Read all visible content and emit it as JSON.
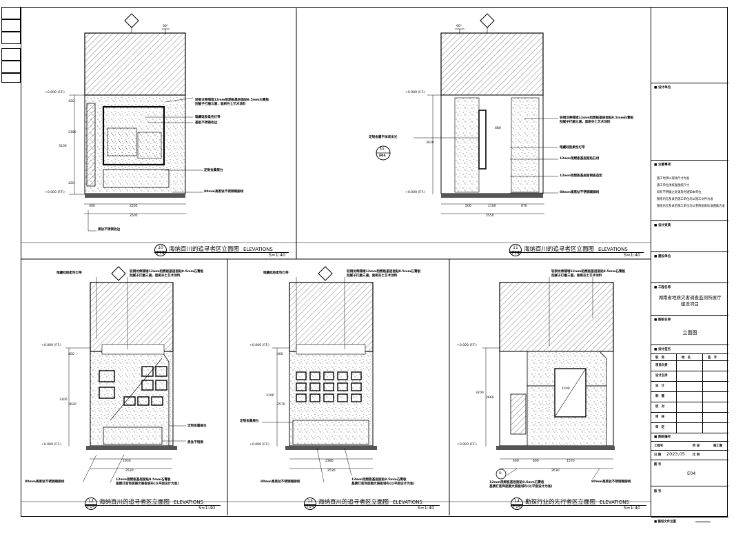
{
  "panels": [
    {
      "num": "10",
      "sheet": "P14",
      "title": "海纳百川的追寻者区立面图",
      "en": "ELEVATIONS",
      "scale": "S=1:40",
      "notes": [
        "轻钢龙骨隔墙12mm阻燃板基层面贴9.5mm石膏板\n刮腻子打磨三遍，面刷夯土艺术涂料",
        "暗藏硅胶柔性灯带",
        "基板不锈钢收边",
        "定制金属展台",
        "80mm高黑钛不锈钢踢脚线",
        "黑钛不锈钢收边"
      ],
      "dims_h": [
        "300",
        "2205",
        "2505"
      ],
      "dims_v": [
        "420",
        "2180",
        "3100",
        "420"
      ]
    },
    {
      "num": "11",
      "sheet": "P14",
      "title": "海纳百川的追寻者区立面图",
      "en": "ELEVATIONS",
      "scale": "S=1:40",
      "notes": [
        "轻钢龙骨隔墙12mm阻燃板基层面贴9.5mm石膏板\n刮腻子打磨三遍，面刷夯土艺术涂料",
        "定制金属字体背发光",
        "暗藏硅胶柔性灯带",
        "12mm阻燃板基层面贴石材",
        "12mm阻燃板基层面钢板造型",
        "80mm高黑钛不锈钢踢脚线"
      ],
      "dims_h": [
        "500",
        "1100",
        "870",
        "2550"
      ],
      "dims_v": [
        "3020",
        "680"
      ]
    },
    {
      "num": "12",
      "sheet": "P14",
      "title": "海纳百川的追寻者区立面图",
      "en": "ELEVATIONS",
      "scale": "S=1:40",
      "notes": [
        "暗藏硅胶柔性灯带",
        "轻钢龙骨隔墙12mm阻燃板基层面贴9.5mm石膏板\n刮腻子打磨三遍，面刷夯土艺术涂料",
        "定制金属展台",
        "黑钛不锈钢",
        "80mm高黑钛不锈钢踢脚线",
        "12mm阻燃板基层面贴9.5mm石膏板\n基膜打底饰面图文展板城布(以平面设计为准)"
      ],
      "dims_h": [
        "1930",
        "2530"
      ],
      "dims_v": [
        "400",
        "2620",
        "3100"
      ]
    },
    {
      "num": "13",
      "sheet": "P14",
      "title": "海纳百川的追寻者区立面图",
      "en": "ELEVATIONS",
      "scale": "S=1:40",
      "notes": [
        "暗藏硅胶柔性灯带",
        "轻钢龙骨隔墙12mm阻燃板基层面贴9.5mm石膏板\n刮腻子打磨三遍，面刷夯土艺术涂料",
        "定制金属展台",
        "80mm高黑钛不锈钢踢脚线",
        "12mm阻燃板基层面贴9.5mm石膏板\n基膜打底饰面图文展板城布(以平面设计为准)"
      ],
      "dims_h": [
        "2380",
        "2530"
      ],
      "dims_v": [
        "400",
        "2570",
        "3100"
      ]
    },
    {
      "num": "14",
      "sheet": "P14",
      "title": "勘探行业的先行者区立面图",
      "en": "ELEVATIONS",
      "scale": "S=1:40",
      "notes": [
        "轻钢龙骨隔墙12mm阻燃板基层面贴9.5mm石膏板\n刮腻子打磨三遍，面刷夯土艺术涂料",
        "12mm阻燃板基层面贴9.5mm石膏板\n基膜打底饰面图文展板城布(以平面设计为准)",
        "80mm高黑钛不锈钢踢脚线"
      ],
      "dims_h": [
        "460",
        "600",
        "1570",
        "2630"
      ],
      "dims_v": [
        "2660",
        "3200",
        "1500"
      ]
    }
  ],
  "title_block": {
    "section_design_unit": "设计单位",
    "section_notes": "注意事项",
    "notes": [
      "施工时须以现场尺寸为准",
      "施工单位须核准图纸尺寸",
      "如有不明确之处请及时通知本单位",
      "图纸内无及录后施工单位均以施工文件为准",
      "图纸内无及录后施工单位均以参照国家标准图集为准"
    ],
    "section_design_license": "设计资质",
    "section_construction": "建设单位",
    "section_project": "工程名称",
    "project_name": "湖南省地质灾害调查监测所展厅\n建设项目",
    "section_drawing": "图纸名称",
    "drawing_name": "立面图",
    "section_signature": "设计签名",
    "sign_headers": [
      "职　务",
      "姓　名",
      "签　字"
    ],
    "sign_roles": [
      "项目负责",
      "设计主持",
      "设　计",
      "制　图",
      "校　对",
      "审　核",
      "审　定"
    ],
    "section_drawing_no": "图纸编号",
    "project_no_label": "工程号",
    "stage_label": "阶 段",
    "stage_value": "施工图",
    "date_label": "日 期",
    "date_value": "2023.05",
    "scale_label": "比 例",
    "sheet_label": "图 号",
    "sheet_value": "E04",
    "version_label": "版 号",
    "footer": "■ 图纸文件位置"
  },
  "markers": {
    "section": "11",
    "section_sheet": "E04",
    "level_label": "+0.000 (F.F.)",
    "angle": "90°",
    "d_label": "D"
  }
}
